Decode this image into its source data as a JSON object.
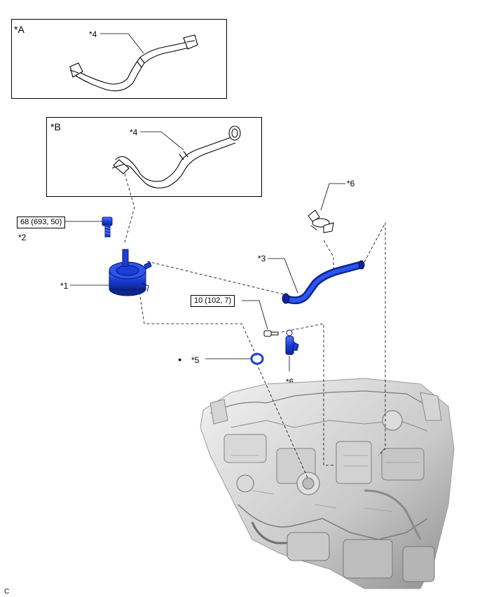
{
  "views": {
    "a_label": "*A",
    "b_label": "*B"
  },
  "callouts": {
    "a_hose": "*4",
    "b_hose": "*4",
    "cooler": "*1",
    "bolt": "*2",
    "pipe": "*3",
    "gasket": "*5",
    "clamp_top": "*6",
    "clamp_bottom": "*6"
  },
  "torque": {
    "bolt_spec": "68 (693, 50)",
    "pipe_bolt_spec": "10 (102, 7)"
  },
  "legend_mark": "●",
  "footer_code": "C",
  "colors": {
    "part_blue": "#1a3fd6",
    "part_dark_blue": "#0c2590",
    "engine_gray": "#b9b9b9",
    "outline": "#000000"
  }
}
